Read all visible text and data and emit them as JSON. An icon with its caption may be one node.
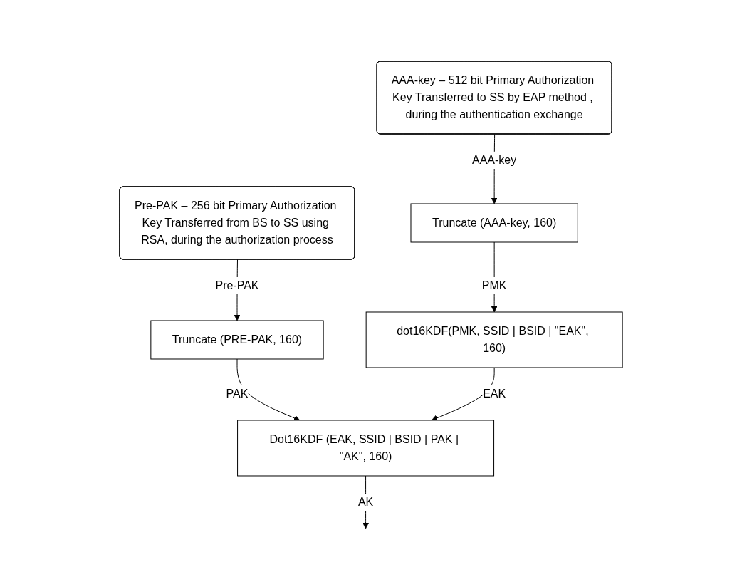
{
  "diagram": {
    "nodes": [
      {
        "text": [
          "AAA-key – 512 bit Primary Authorization Key Transferred to SS by EAP method , during the authentication exchange"
        ]
      },
      {
        "text": [
          "Pre-PAK – 256 bit Primary Authorization Key Transferred from BS to SS using RSA, during the authorization process"
        ]
      },
      {
        "text": [
          "Truncate (AAA-key, 160)"
        ]
      },
      {
        "text": [
          "Truncate (PRE-PAK, 160)"
        ]
      },
      {
        "text": [
          "dot16KDF(PMK, SSID | BSID | \"EAK\", 160)"
        ]
      },
      {
        "text": [
          "Dot16KDF (EAK, SSID | BSID | PAK | \"AK\", 160)"
        ]
      }
    ],
    "edges": [
      {
        "from": 0,
        "to": 2,
        "arrow": "to",
        "label": "AAA-key"
      },
      {
        "from": 1,
        "to": 3,
        "arrow": "to",
        "label": "Pre-PAK"
      },
      {
        "from": 2,
        "to": 4,
        "arrow": "to",
        "label": "PMK"
      },
      {
        "from": 3,
        "to": 5,
        "arrow": "to",
        "label": "PAK"
      },
      {
        "from": 4,
        "to": 5,
        "arrow": "to",
        "label": "EAK"
      },
      {
        "from": 5,
        "to": null,
        "arrow": "to",
        "label": "AK"
      }
    ]
  }
}
